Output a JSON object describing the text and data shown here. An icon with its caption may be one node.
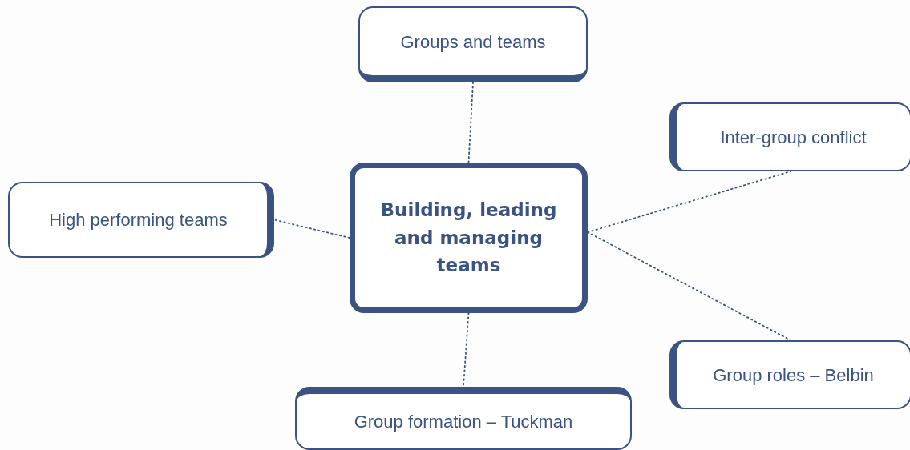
{
  "diagram": {
    "nodes": [
      {
        "text": [
          "Groups and teams"
        ]
      },
      {
        "text": [
          "Inter-group conflict"
        ]
      },
      {
        "text": [
          "High performing teams"
        ]
      },
      {
        "text": [
          "Building, leading and managing teams"
        ]
      },
      {
        "text": [
          "Group roles – Belbin"
        ]
      },
      {
        "text": [
          "Group formation – Tuckman"
        ]
      }
    ],
    "edges": [
      {
        "from": 3,
        "to": 0,
        "arrow": "none"
      },
      {
        "from": 3,
        "to": 1,
        "arrow": "none"
      },
      {
        "from": 3,
        "to": 2,
        "arrow": "none"
      },
      {
        "from": 3,
        "to": 4,
        "arrow": "none"
      },
      {
        "from": 3,
        "to": 5,
        "arrow": "none"
      }
    ]
  }
}
